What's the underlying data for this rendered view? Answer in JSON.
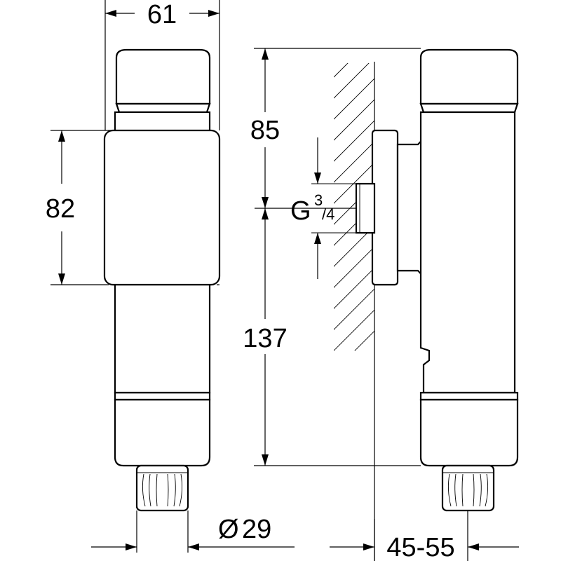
{
  "dimensions": {
    "body_width": "61",
    "height_top": "85",
    "cover_height": "82",
    "height_bottom": "137",
    "thread_label": "G",
    "thread_sup": "3",
    "thread_sub": "/4",
    "outlet_diameter_symbol": "Ø",
    "outlet_diameter": "29",
    "wall_depth": "45-55"
  }
}
